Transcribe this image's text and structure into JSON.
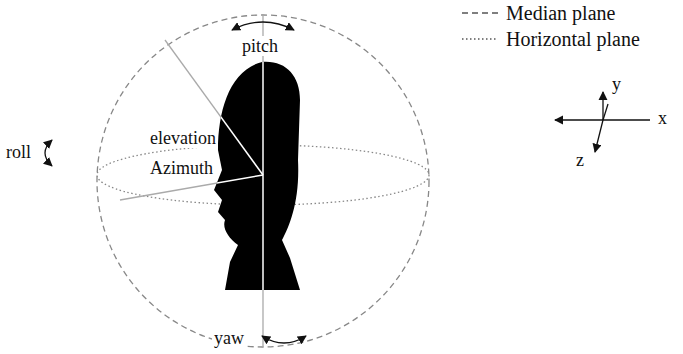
{
  "diagram": {
    "labels": [
      "pitch",
      "roll",
      "elevation",
      "Azimuth",
      "yaw",
      "y",
      "x",
      "z"
    ],
    "legend": [
      {
        "text": "Median plane"
      },
      {
        "text": "Horizontal plane"
      }
    ]
  }
}
